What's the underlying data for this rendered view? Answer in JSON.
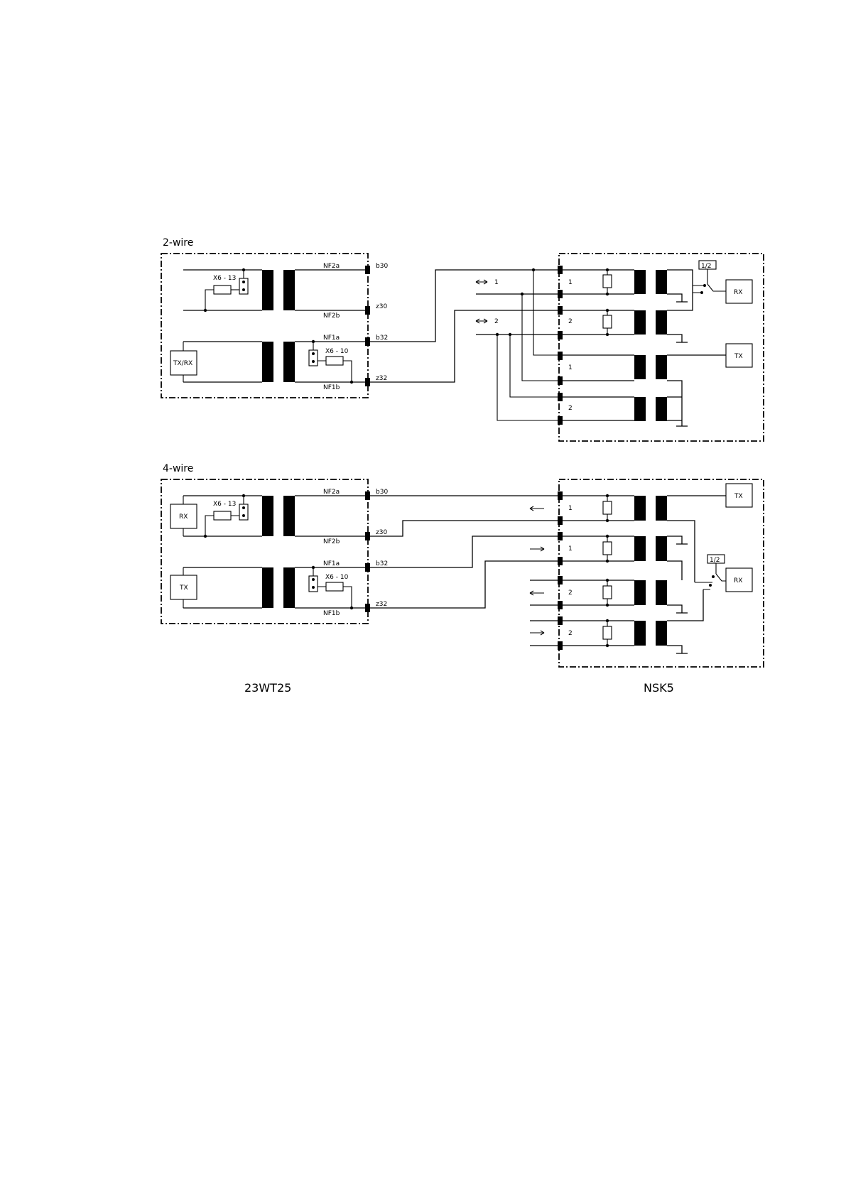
{
  "sections": {
    "two_wire": {
      "title": "2-wire"
    },
    "four_wire": {
      "title": "4-wire"
    }
  },
  "devices": {
    "left": "23WT25",
    "right": "NSK5"
  },
  "jumpers": {
    "x6_13": "X6 - 13",
    "x6_10": "X6 - 10"
  },
  "signals": {
    "nf2a": "NF2a",
    "nf2b": "NF2b",
    "nf1a": "NF1a",
    "nf1b": "NF1b"
  },
  "terminals": {
    "b30": "b30",
    "z30": "z30",
    "b32": "b32",
    "z32": "z32"
  },
  "blocks": {
    "txrx": "TX/RX",
    "rx": "RX",
    "tx": "TX",
    "switch": "1/2"
  },
  "channels": {
    "one": "1",
    "two": "2"
  },
  "colors": {
    "ink": "#000000",
    "paper": "#ffffff"
  }
}
